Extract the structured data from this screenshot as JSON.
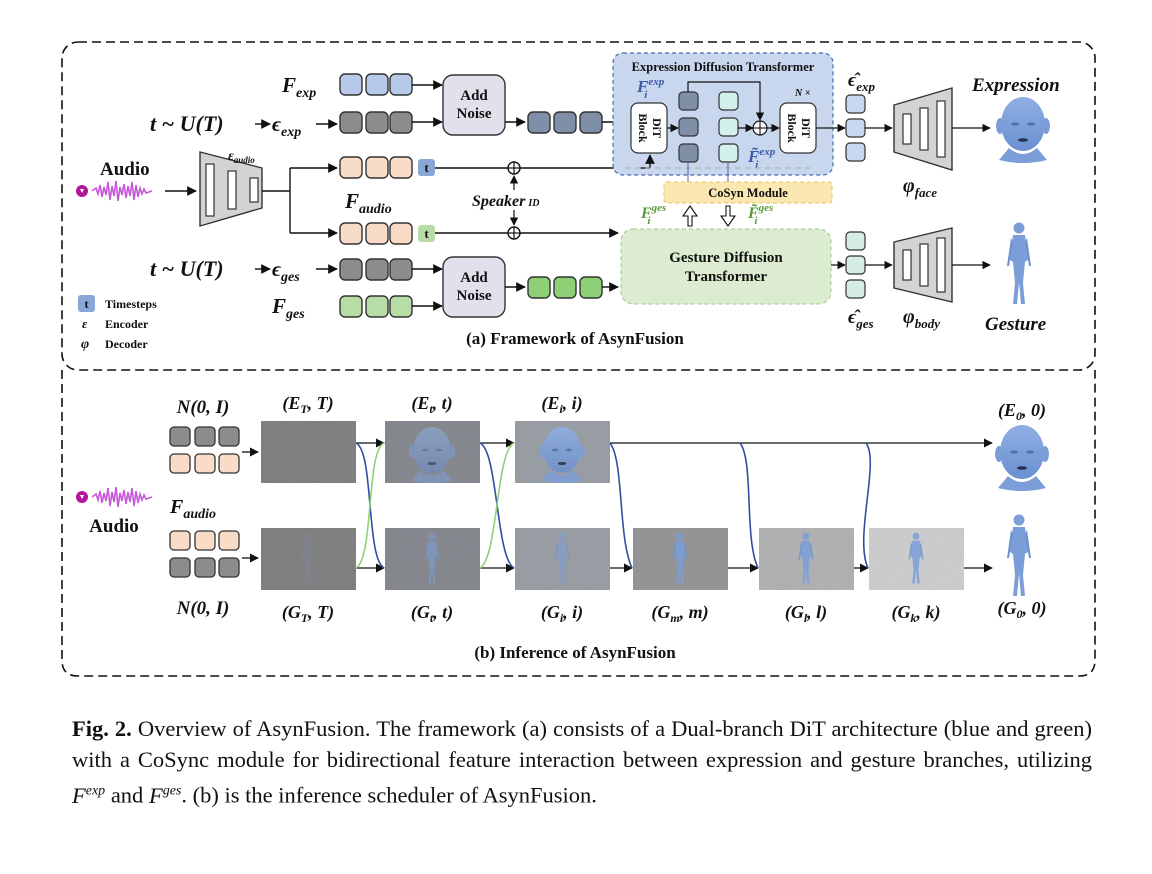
{
  "panel_a": {
    "title": "(a)  Framework of AsynFusion",
    "f_exp": "F",
    "f_exp_sub": "exp",
    "t_sample_exp": "t ~ U(T)",
    "eps_exp": "ϵ",
    "eps_exp_sub": "exp",
    "add_noise_1": [
      "Add",
      "Noise"
    ],
    "add_noise_2": [
      "Add",
      "Noise"
    ],
    "audio_label": "Audio",
    "enc_audio": "ε",
    "enc_audio_sub": "audio",
    "f_audio": "F",
    "f_audio_sub": "audio",
    "t_token": "t",
    "speaker_id": "Speaker",
    "speaker_id_sub": "ID",
    "t_sample_ges": "t ~ U(T)",
    "eps_ges": "ϵ",
    "eps_ges_sub": "ges",
    "f_ges": "F",
    "f_ges_sub": "ges",
    "edt_title": "Expression Diffusion Transformer",
    "dit_block": [
      "DiT",
      "Block"
    ],
    "n_times": "N ×",
    "fi_exp": "F",
    "fi_exp_sup": "exp",
    "fi_exp_sub": "i",
    "fi_exp_tilde": "F̃",
    "cosyn": "CoSyn Module",
    "fi_ges": "F",
    "fi_ges_sup": "ges",
    "fi_ges_sub": "i",
    "fi_ges_tilde": "F̃",
    "gdt_title": [
      "Gesture Diffusion",
      "Transformer"
    ],
    "eps_hat_exp": "ϵ̂",
    "eps_hat_exp_sub": "exp",
    "eps_hat_ges": "ϵ̂",
    "eps_hat_ges_sub": "ges",
    "phi_face": "φ",
    "phi_face_sub": "face",
    "phi_body": "φ",
    "phi_body_sub": "body",
    "out_expression": "Expression",
    "out_gesture": "Gesture",
    "legend": [
      {
        "symbol": "t",
        "label": "Timesteps"
      },
      {
        "symbol": "ε",
        "label": "Encoder"
      },
      {
        "symbol": "φ",
        "label": "Decoder"
      }
    ]
  },
  "panel_b": {
    "title": "(b)  Inference of AsynFusion",
    "noise_top": "N(0, I)",
    "noise_bottom": "N(0, I)",
    "f_audio": "F",
    "f_audio_sub": "audio",
    "audio_label": "Audio",
    "expr_states": [
      {
        "main": "E",
        "sub": "T",
        "step": "T"
      },
      {
        "main": "E",
        "sub": "t",
        "step": "t"
      },
      {
        "main": "E",
        "sub": "i",
        "step": "i"
      },
      {
        "main": "E",
        "sub": "0",
        "step": "0"
      }
    ],
    "gest_states": [
      {
        "main": "G",
        "sub": "T",
        "step": "T"
      },
      {
        "main": "G",
        "sub": "t",
        "step": "t"
      },
      {
        "main": "G",
        "sub": "i",
        "step": "i"
      },
      {
        "main": "G",
        "sub": "m",
        "step": "m"
      },
      {
        "main": "G",
        "sub": "l",
        "step": "l"
      },
      {
        "main": "G",
        "sub": "k",
        "step": "k"
      },
      {
        "main": "G",
        "sub": "0",
        "step": "0"
      }
    ]
  },
  "caption": {
    "label": "Fig. 2.",
    "text_1": " Overview of AsynFusion. The framework (a) consists of a Dual-branch DiT architecture (blue and green) with a CoSync module for bidirectional feature interaction between expression and gesture branches, utilizing ",
    "math_1": "F",
    "math_1_sup": "exp",
    "math_1_sub": "i",
    "text_2": " and ",
    "math_2": "F",
    "math_2_sup": "ges",
    "math_2_sub": "i",
    "text_3": ". (b) is the inference scheduler of AsynFusion."
  },
  "colors": {
    "exp_token": "#b7c9e8",
    "noise_token": "#8c8c8c",
    "noisy_exp_token": "#7f8fa8",
    "audio_token": "#f8dcc8",
    "ges_token": "#b8dca6",
    "edt_bg": "#c9d7ee",
    "gdt_bg": "#dcecd0",
    "cosyn_bg": "#fbe7b0",
    "add_noise_bg": "#e3e0ec",
    "mint_token": "#d4f0ea",
    "decoder_fill": "#d3d3d3",
    "blue_accent": "#3a5aa8",
    "green_accent": "#5a9a3a",
    "t_blue": "#8aa6d6",
    "t_green": "#b8dca6"
  }
}
